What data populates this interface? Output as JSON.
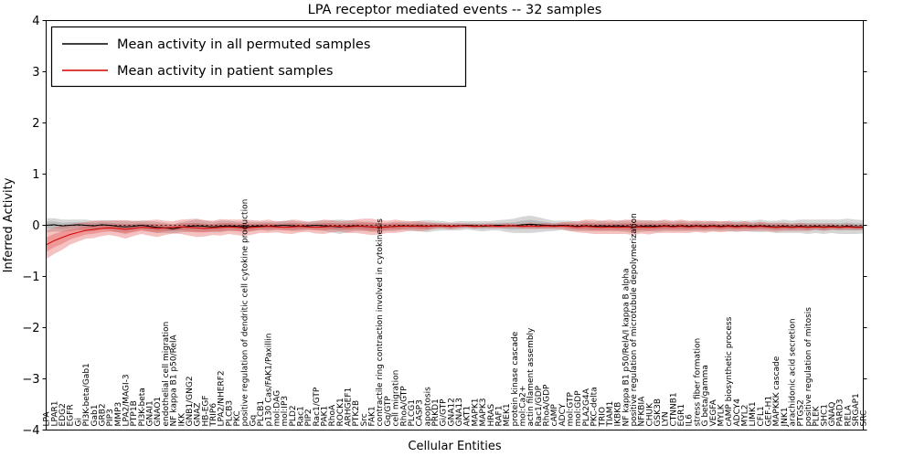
{
  "figure": {
    "title": "LPA receptor mediated events -- 32 samples",
    "xlabel": "Cellular Entities",
    "ylabel": "Inferred Activity"
  },
  "legend": {
    "position": "upper left",
    "entries": [
      {
        "label": "Mean activity in all permuted samples",
        "color": "#000000"
      },
      {
        "label": "Mean activity in patient samples",
        "color": "#d40000"
      }
    ]
  },
  "chart_data": {
    "type": "line",
    "title": "LPA receptor mediated events -- 32 samples",
    "xlabel": "Cellular Entities",
    "ylabel": "Inferred Activity",
    "ylim": [
      -4,
      4
    ],
    "yticks": [
      -4,
      -3,
      -2,
      -1,
      0,
      1,
      2,
      3,
      4
    ],
    "grid": false,
    "legend_position": "upper left",
    "colors": {
      "permuted_line": "#000000",
      "patient_line": "#d40000",
      "permuted_band": "#808080",
      "patient_band": "#e04040",
      "band_alpha": 0.32,
      "zero_line": "#000000"
    },
    "categories": [
      "LPA",
      "LPAR1",
      "EDG2",
      "EGFR",
      "Gi",
      "PI3K-beta/Gab1",
      "Gab1",
      "GRB2",
      "PIP3",
      "MMP3",
      "LPA2/MAGI-3",
      "PTP1B",
      "PI3K-beta",
      "GNAI1",
      "GNAO1",
      "endothelial cell migration",
      "NF kappa B1 p50/RelA",
      "IKK",
      "GNB1/GNG2",
      "GNAZ",
      "HB-EGF",
      "TRIP6",
      "LPA2/NHERF2",
      "PLCB3",
      "PKC",
      "positive regulation of dendritic cell cytokine production",
      "Gq",
      "PLCB1",
      "p130 Cas/FAK1/Paxillin",
      "mol:DAG",
      "mol:IP3",
      "PLD2",
      "Rac1",
      "PIP2",
      "Rac1/GTP",
      "PAK1",
      "RhoA",
      "ROCK1",
      "ARHGEF1",
      "PTK2B",
      "Src",
      "FAK1",
      "contractile ring contraction involved in cytokinesis",
      "Gq/GTP",
      "cell migration",
      "RhoA/GTP",
      "PLCG1",
      "CASP3",
      "apoptosis",
      "PRKD1",
      "Gi/GTP",
      "GNA12",
      "GNA13",
      "AKT1",
      "MAPK1",
      "MAPK3",
      "HRAS",
      "RAF1",
      "MEK1",
      "protein kinase cascade",
      "mol:Ca2+",
      "actin filament assembly",
      "Rac1/GDP",
      "RhoA/GDP",
      "cAMP",
      "ADCY",
      "mol:GTP",
      "mol:GDP",
      "PLA2G4A",
      "PKC-delta",
      "TRIO",
      "TIAM1",
      "IKBKB",
      "NF kappa B1 p50/RelA/I kappa B alpha",
      "positive regulation of microtubule depolymerization",
      "NFKBIA",
      "CHUK",
      "GSK3B",
      "LYN",
      "CTNNB1",
      "EGR1",
      "IL6",
      "stress fiber formation",
      "G beta/gamma",
      "VEGFA",
      "MYLK",
      "cAMP biosynthetic process",
      "ADCY4",
      "MYL2",
      "LIMK1",
      "CFL1",
      "GEF-H1",
      "MAPKKK cascade",
      "JNK1",
      "arachidonic acid secretion",
      "PTGS2",
      "positive regulation of mitosis",
      "PLEK",
      "SHC1",
      "GNAQ",
      "PARD3",
      "RELA",
      "SRGAP1",
      "SRC"
    ],
    "series": [
      {
        "name": "Mean activity in all permuted samples",
        "mean": [
          0.0,
          0.01,
          -0.01,
          0.0,
          0.01,
          0.0,
          -0.01,
          0.01,
          0.0,
          -0.02,
          -0.03,
          -0.02,
          0.0,
          -0.02,
          -0.04,
          -0.05,
          -0.07,
          -0.04,
          -0.02,
          -0.01,
          -0.02,
          -0.03,
          -0.02,
          -0.01,
          -0.02,
          -0.03,
          -0.02,
          -0.01,
          -0.02,
          -0.01,
          0.0,
          -0.01,
          -0.02,
          -0.01,
          0.0,
          -0.01,
          -0.02,
          -0.03,
          -0.02,
          -0.01,
          -0.02,
          -0.03,
          -0.04,
          -0.03,
          -0.02,
          -0.01,
          -0.02,
          -0.01,
          -0.02,
          -0.01,
          -0.01,
          -0.02,
          -0.01,
          0.0,
          -0.01,
          -0.02,
          -0.01,
          0.0,
          -0.01,
          -0.01,
          0.01,
          0.02,
          0.01,
          0.0,
          -0.01,
          0.0,
          -0.01,
          -0.02,
          -0.01,
          -0.02,
          -0.01,
          -0.02,
          -0.01,
          -0.02,
          -0.03,
          -0.02,
          -0.01,
          -0.02,
          -0.01,
          -0.02,
          -0.01,
          -0.02,
          -0.01,
          -0.02,
          -0.01,
          -0.02,
          -0.01,
          -0.02,
          -0.01,
          -0.02,
          -0.01,
          -0.02,
          -0.03,
          -0.02,
          -0.03,
          -0.02,
          -0.03,
          -0.02,
          -0.03,
          -0.02,
          -0.03,
          -0.02,
          -0.03,
          -0.03
        ],
        "std": [
          0.14,
          0.13,
          0.12,
          0.11,
          0.1,
          0.11,
          0.1,
          0.09,
          0.1,
          0.11,
          0.12,
          0.1,
          0.09,
          0.1,
          0.11,
          0.1,
          0.09,
          0.1,
          0.11,
          0.12,
          0.11,
          0.1,
          0.11,
          0.1,
          0.09,
          0.1,
          0.09,
          0.08,
          0.09,
          0.08,
          0.09,
          0.1,
          0.09,
          0.08,
          0.09,
          0.1,
          0.12,
          0.14,
          0.12,
          0.1,
          0.09,
          0.1,
          0.09,
          0.08,
          0.09,
          0.08,
          0.09,
          0.1,
          0.12,
          0.1,
          0.09,
          0.08,
          0.09,
          0.08,
          0.09,
          0.1,
          0.09,
          0.1,
          0.12,
          0.14,
          0.16,
          0.17,
          0.15,
          0.12,
          0.1,
          0.09,
          0.1,
          0.09,
          0.1,
          0.09,
          0.1,
          0.09,
          0.1,
          0.11,
          0.12,
          0.11,
          0.1,
          0.11,
          0.1,
          0.09,
          0.1,
          0.09,
          0.1,
          0.09,
          0.1,
          0.09,
          0.1,
          0.11,
          0.1,
          0.11,
          0.12,
          0.11,
          0.12,
          0.13,
          0.12,
          0.13,
          0.14,
          0.13,
          0.14,
          0.13,
          0.14,
          0.15,
          0.14,
          0.13
        ]
      },
      {
        "name": "Mean activity in patient samples",
        "mean": [
          -0.38,
          -0.3,
          -0.24,
          -0.18,
          -0.14,
          -0.1,
          -0.08,
          -0.06,
          -0.05,
          -0.06,
          -0.08,
          -0.06,
          -0.04,
          -0.05,
          -0.06,
          -0.05,
          -0.04,
          -0.03,
          -0.04,
          -0.05,
          -0.06,
          -0.05,
          -0.04,
          -0.03,
          -0.04,
          -0.05,
          -0.04,
          -0.03,
          -0.02,
          -0.03,
          -0.04,
          -0.03,
          -0.02,
          -0.03,
          -0.04,
          -0.03,
          -0.02,
          -0.02,
          -0.03,
          -0.02,
          -0.02,
          -0.03,
          -0.04,
          -0.03,
          -0.02,
          -0.02,
          -0.01,
          -0.02,
          -0.02,
          -0.01,
          -0.01,
          -0.02,
          -0.01,
          -0.01,
          -0.02,
          -0.01,
          -0.01,
          -0.02,
          -0.01,
          -0.01,
          -0.02,
          -0.01,
          -0.02,
          -0.01,
          -0.02,
          -0.01,
          -0.02,
          -0.03,
          -0.02,
          -0.03,
          -0.04,
          -0.03,
          -0.04,
          -0.03,
          -0.04,
          -0.03,
          -0.04,
          -0.03,
          -0.02,
          -0.03,
          -0.02,
          -0.03,
          -0.02,
          -0.03,
          -0.02,
          -0.03,
          -0.02,
          -0.03,
          -0.02,
          -0.03,
          -0.02,
          -0.03,
          -0.04,
          -0.03,
          -0.04,
          -0.03,
          -0.04,
          -0.03,
          -0.04,
          -0.03,
          -0.04,
          -0.03,
          -0.04,
          -0.04
        ],
        "std": [
          0.28,
          0.26,
          0.24,
          0.2,
          0.18,
          0.16,
          0.17,
          0.15,
          0.14,
          0.16,
          0.18,
          0.15,
          0.13,
          0.15,
          0.17,
          0.14,
          0.12,
          0.14,
          0.16,
          0.18,
          0.16,
          0.14,
          0.16,
          0.14,
          0.15,
          0.16,
          0.14,
          0.12,
          0.13,
          0.11,
          0.12,
          0.14,
          0.12,
          0.1,
          0.12,
          0.14,
          0.12,
          0.1,
          0.12,
          0.13,
          0.15,
          0.16,
          0.14,
          0.12,
          0.13,
          0.11,
          0.09,
          0.1,
          0.08,
          0.06,
          0.05,
          0.06,
          0.05,
          0.04,
          0.05,
          0.04,
          0.05,
          0.04,
          0.05,
          0.04,
          0.05,
          0.06,
          0.05,
          0.06,
          0.05,
          0.07,
          0.09,
          0.11,
          0.13,
          0.14,
          0.13,
          0.14,
          0.13,
          0.14,
          0.15,
          0.13,
          0.14,
          0.12,
          0.13,
          0.12,
          0.13,
          0.12,
          0.11,
          0.12,
          0.1,
          0.11,
          0.1,
          0.09,
          0.1,
          0.08,
          0.09,
          0.08,
          0.09,
          0.08,
          0.07,
          0.08,
          0.07,
          0.06,
          0.07,
          0.06,
          0.05,
          0.06,
          0.05,
          0.05
        ]
      }
    ]
  }
}
